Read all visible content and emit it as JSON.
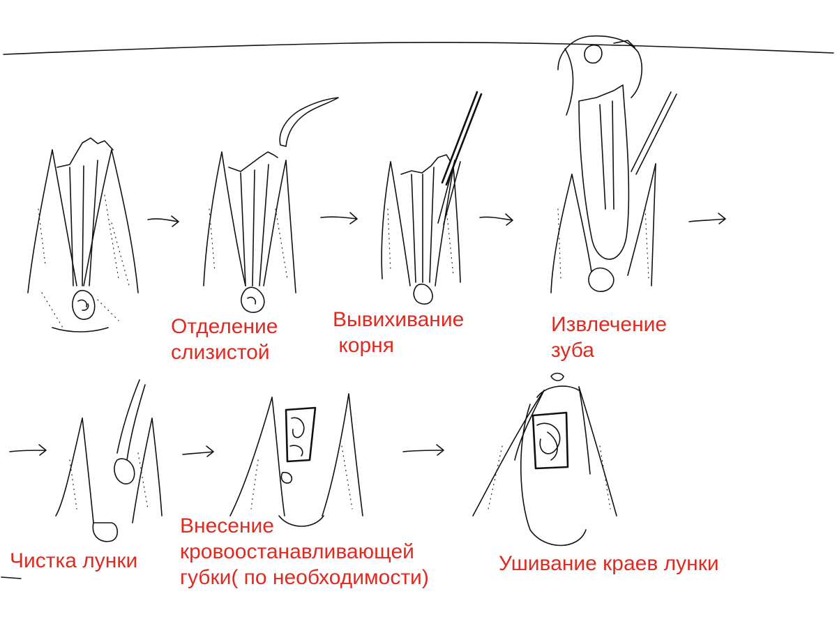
{
  "steps": [
    {
      "lines": [
        "Отделение",
        "слизистой"
      ]
    },
    {
      "lines": [
        "Вывихивание",
        " корня"
      ]
    },
    {
      "lines": [
        "Извлечение",
        "зуба"
      ]
    },
    {
      "lines": [
        "Чистка лунки"
      ]
    },
    {
      "lines": [
        "Внесение",
        "кровоостанавливающей",
        "губки( по необходимости)"
      ]
    },
    {
      "lines": [
        "Ушивание краев лунки"
      ]
    }
  ],
  "colors": {
    "caption": "#e02a20",
    "ink": "#111111",
    "background": "#ffffff"
  }
}
